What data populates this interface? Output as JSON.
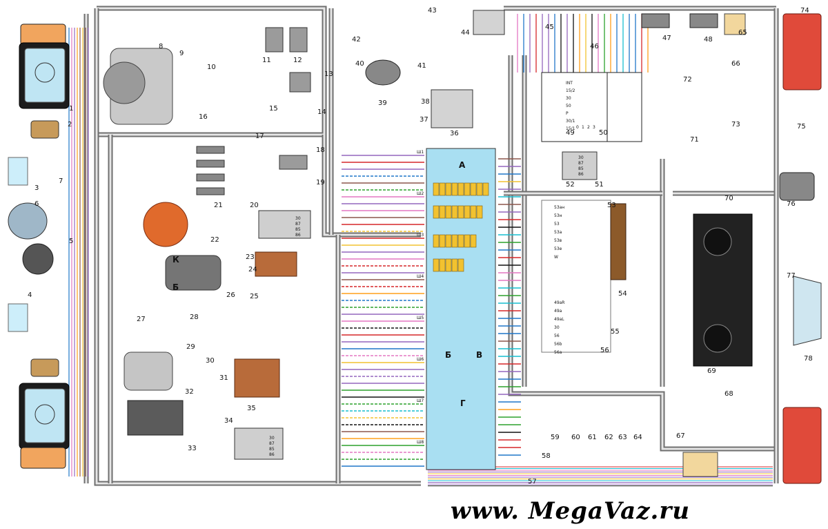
{
  "diagram": {
    "component_numbers": [
      "1",
      "2",
      "3",
      "4",
      "5",
      "6",
      "7",
      "8",
      "9",
      "10",
      "11",
      "12",
      "13",
      "14",
      "15",
      "16",
      "17",
      "18",
      "19",
      "20",
      "21",
      "22",
      "23",
      "24",
      "25",
      "26",
      "27",
      "28",
      "29",
      "30",
      "31",
      "32",
      "33",
      "34",
      "35",
      "36",
      "37",
      "38",
      "39",
      "40",
      "41",
      "42",
      "43",
      "44",
      "45",
      "46",
      "47",
      "48",
      "49",
      "50",
      "51",
      "52",
      "53",
      "54",
      "55",
      "56",
      "57",
      "58",
      "59",
      "60",
      "61",
      "62",
      "63",
      "64",
      "65",
      "66",
      "67",
      "68",
      "69",
      "70",
      "71",
      "72",
      "73",
      "74",
      "75",
      "76",
      "77",
      "78"
    ],
    "block_labels": {
      "a": "А",
      "b": "Б",
      "v": "В",
      "g": "Г"
    },
    "connector_labels": [
      "Ш1",
      "Ш2",
      "Ш3",
      "Ш4",
      "Ш5",
      "Ш6",
      "Ш7",
      "Ш8"
    ],
    "relay_pins": [
      "30",
      "87",
      "85",
      "86"
    ],
    "switch_terminals": [
      "INT",
      "15/2",
      "30",
      "50",
      "P",
      "30/1",
      "15/1"
    ],
    "wiper_switch_terminals": [
      "53ан",
      "53н",
      "53",
      "53а",
      "53в",
      "53е",
      "W"
    ],
    "light_switch_terminals": [
      "49aR",
      "49a",
      "49aL",
      "30",
      "56",
      "56b",
      "56a"
    ],
    "ignition_positions": [
      "0",
      "1",
      "2",
      "3"
    ],
    "coil_labels": {
      "k": "К",
      "b": "Б"
    }
  },
  "watermark": "www. MegaVaz.ru"
}
